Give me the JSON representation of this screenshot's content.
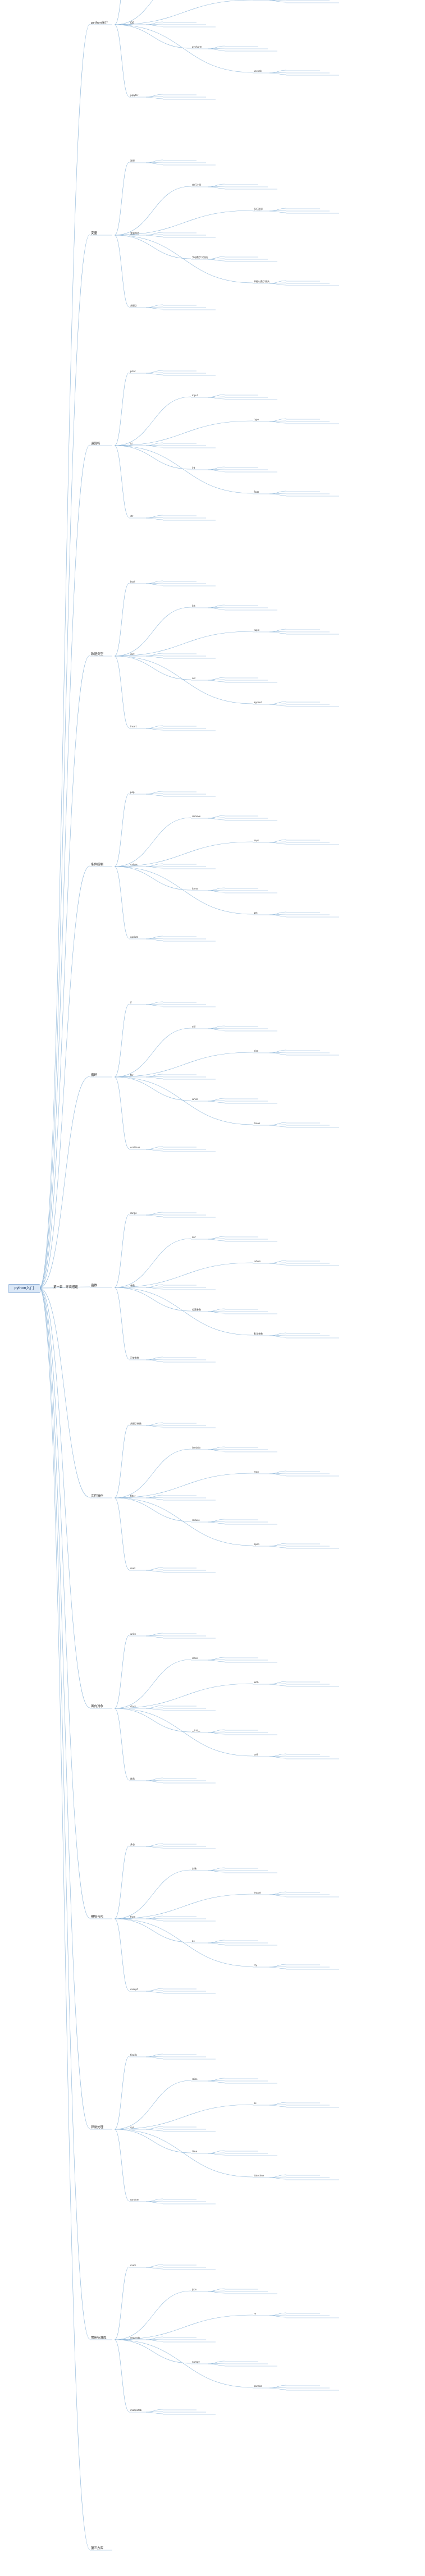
{
  "root": {
    "label": "python入门"
  },
  "intro": {
    "label": "第一章 - 环境搭建"
  },
  "colors": {
    "line": "#8ab4d8",
    "root_fill": "#dbe8f7",
    "text": "#333333"
  },
  "branches": [
    "python简介",
    "变量",
    "运算符",
    "数据类型",
    "条件控制",
    "循环",
    "函数",
    "文件操作",
    "面向对象",
    "模块与包",
    "异常处理",
    "常用标准库",
    "第三方库"
  ],
  "labels": [
    "Python简介",
    "开发环境",
    "解释器",
    "IDE",
    "pycharm",
    "vscode",
    "jupyter",
    "注释",
    "单行注释",
    "多行注释",
    "变量命名",
    "字母数字下划线",
    "不能以数字开头",
    "关键字",
    "print",
    "input",
    "type",
    "id",
    "int",
    "float",
    "str",
    "bool",
    "list",
    "tuple",
    "dict",
    "set",
    "append",
    "insert",
    "pop",
    "remove",
    "keys",
    "values",
    "items",
    "get",
    "update",
    "if",
    "elif",
    "else",
    "for",
    "while",
    "break",
    "continue",
    "range",
    "def",
    "return",
    "参数",
    "位置参数",
    "默认参数",
    "可变参数",
    "关键字参数",
    "lambda",
    "map",
    "filter",
    "reduce",
    "open",
    "read",
    "write",
    "close",
    "with",
    "class",
    "__init__",
    "self",
    "继承",
    "多态",
    "封装",
    "import",
    "from",
    "as",
    "try",
    "except",
    "finally",
    "raise",
    "os",
    "sys",
    "time",
    "datetime",
    "random",
    "math",
    "json",
    "re",
    "requests",
    "numpy",
    "pandas",
    "matplotlib"
  ]
}
